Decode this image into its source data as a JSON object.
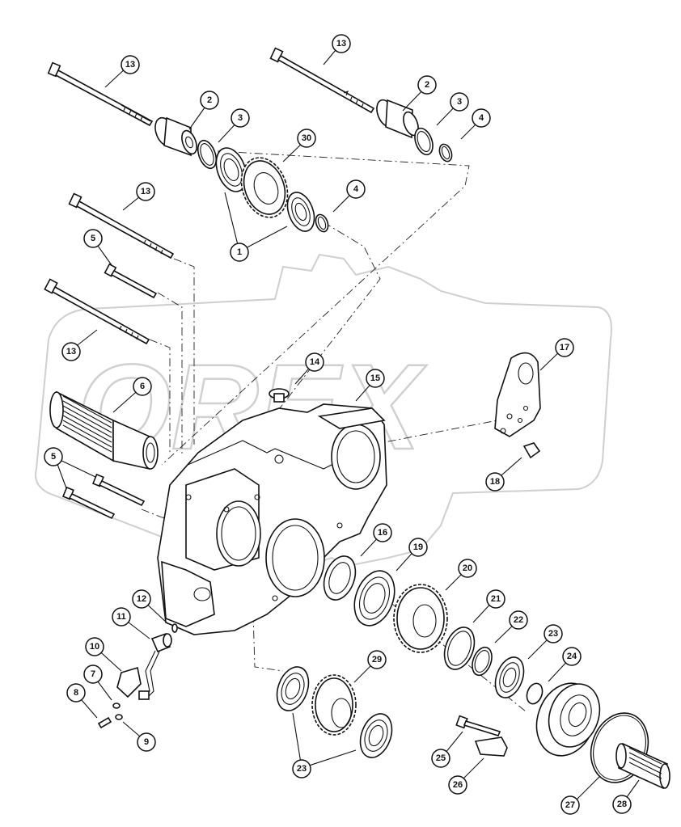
{
  "watermark": {
    "text": "OREX"
  },
  "callouts": [
    {
      "id": "c13a",
      "label": "13"
    },
    {
      "id": "c2a",
      "label": "2"
    },
    {
      "id": "c3a",
      "label": "3"
    },
    {
      "id": "c30",
      "label": "30"
    },
    {
      "id": "c4a",
      "label": "4"
    },
    {
      "id": "c1",
      "label": "1"
    },
    {
      "id": "c13b",
      "label": "13"
    },
    {
      "id": "c2b",
      "label": "2"
    },
    {
      "id": "c3b",
      "label": "3"
    },
    {
      "id": "c4b",
      "label": "4"
    },
    {
      "id": "c13c",
      "label": "13"
    },
    {
      "id": "c5a",
      "label": "5"
    },
    {
      "id": "c13d",
      "label": "13"
    },
    {
      "id": "c6",
      "label": "6"
    },
    {
      "id": "c14",
      "label": "14"
    },
    {
      "id": "c15",
      "label": "15"
    },
    {
      "id": "c17",
      "label": "17"
    },
    {
      "id": "c18",
      "label": "18"
    },
    {
      "id": "c5b",
      "label": "5"
    },
    {
      "id": "c16",
      "label": "16"
    },
    {
      "id": "c19",
      "label": "19"
    },
    {
      "id": "c20",
      "label": "20"
    },
    {
      "id": "c12",
      "label": "12"
    },
    {
      "id": "c11",
      "label": "11"
    },
    {
      "id": "c10",
      "label": "10"
    },
    {
      "id": "c21",
      "label": "21"
    },
    {
      "id": "c22",
      "label": "22"
    },
    {
      "id": "c23a",
      "label": "23"
    },
    {
      "id": "c7",
      "label": "7"
    },
    {
      "id": "c8",
      "label": "8"
    },
    {
      "id": "c9",
      "label": "9"
    },
    {
      "id": "c29",
      "label": "29"
    },
    {
      "id": "c24",
      "label": "24"
    },
    {
      "id": "c23b",
      "label": "23"
    },
    {
      "id": "c25",
      "label": "25"
    },
    {
      "id": "c26",
      "label": "26"
    },
    {
      "id": "c27",
      "label": "27"
    },
    {
      "id": "c28",
      "label": "28"
    }
  ]
}
